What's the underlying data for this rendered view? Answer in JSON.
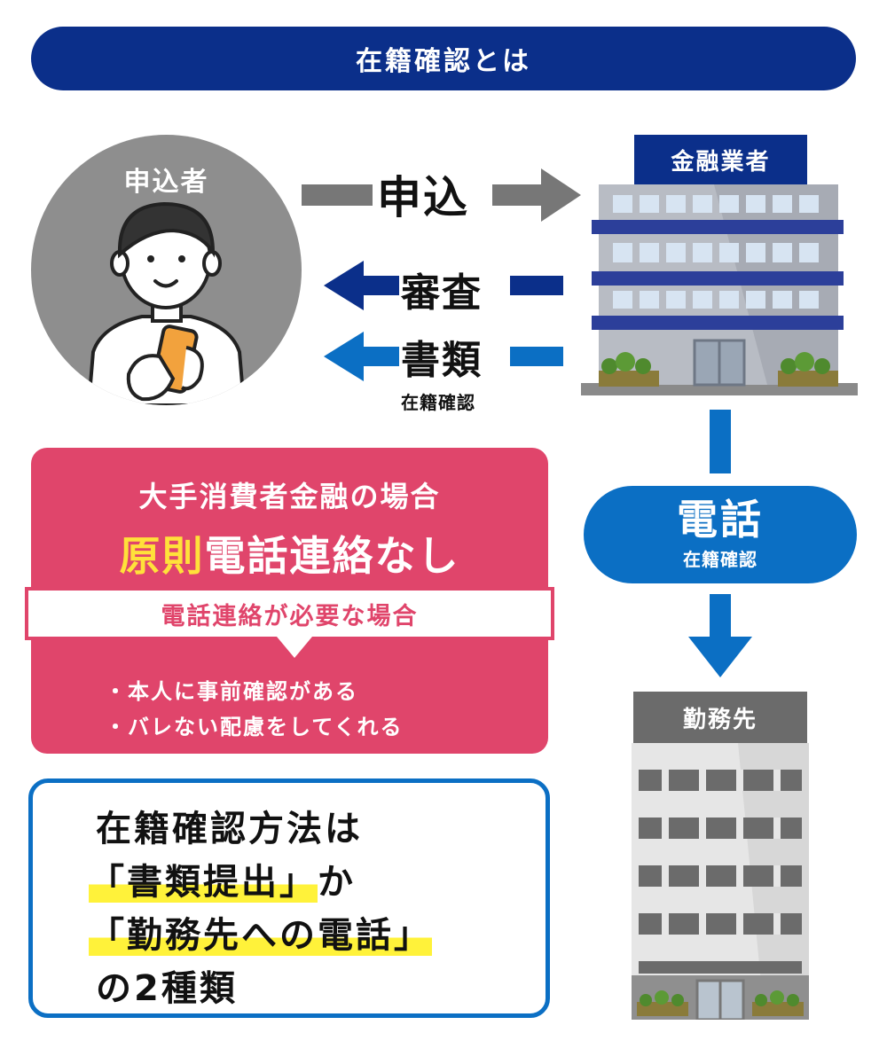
{
  "title": "在籍確認とは",
  "applicant": {
    "label": "申込者"
  },
  "flows": {
    "apply": "申込",
    "review": "審査",
    "documents": "書類",
    "documents_sub": "在籍確認"
  },
  "lender": {
    "label": "金融業者"
  },
  "phone": {
    "title": "電話",
    "sub": "在籍確認"
  },
  "workplace": {
    "label": "勤務先"
  },
  "pink_panel": {
    "heading1": "大手消費者金融の場合",
    "heading2_highlight": "原則",
    "heading2_rest": "電話連絡なし",
    "band": "電話連絡が必要な場合",
    "bullets": [
      "・本人に事前確認がある",
      "・バレない配慮をしてくれる"
    ]
  },
  "summary": {
    "line1": "在籍確認方法は",
    "line2_hl": "「書類提出」",
    "line2_rest": "か",
    "line3_hl": "「勤務先への電話」",
    "line4": "の2種類"
  },
  "colors": {
    "navy": "#0b2f8a",
    "blue": "#0b6fc4",
    "pink": "#e0456b",
    "yellow": "#ffe13a",
    "gray": "#8e8e8e"
  }
}
